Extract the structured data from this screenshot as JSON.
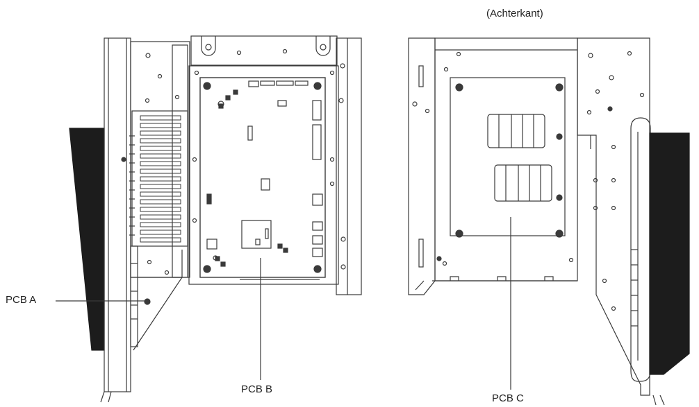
{
  "labels": {
    "back_side": "(Achterkant)",
    "pcb_a": "PCB A",
    "pcb_b": "PCB B",
    "pcb_c": "PCB C"
  },
  "colors": {
    "line": "#3a3a3a",
    "dark_panel": "#1c1c1c",
    "background": "#ffffff"
  }
}
